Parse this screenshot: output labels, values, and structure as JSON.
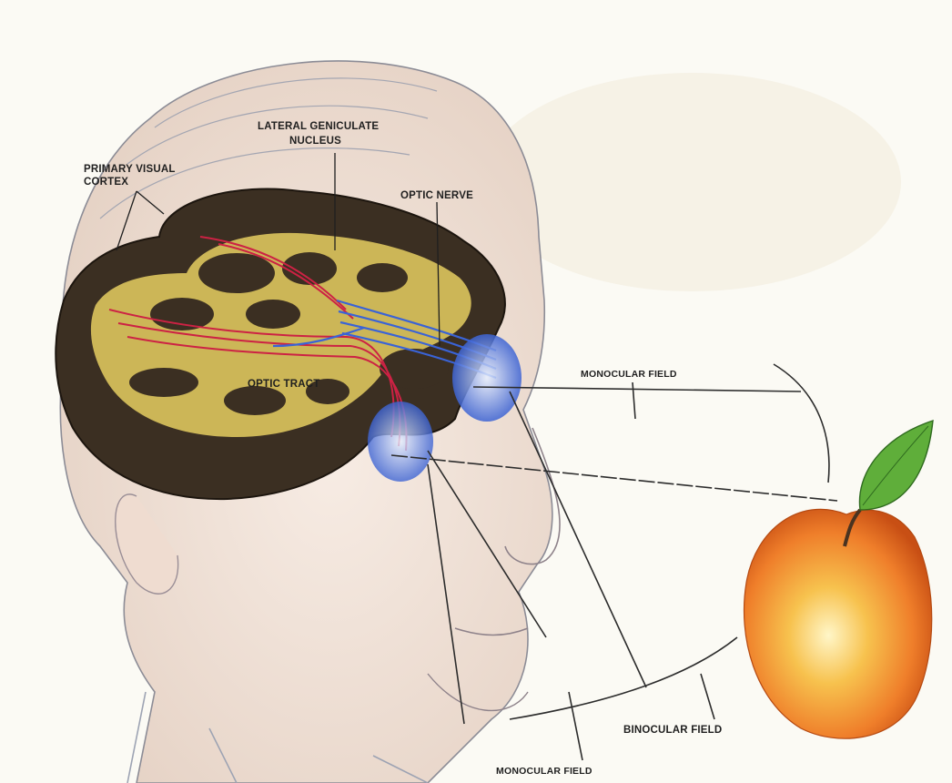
{
  "labels": {
    "primary_visual_cortex": [
      "PRIMARY VISUAL",
      "CORTEX"
    ],
    "lateral_geniculate_nucleus": [
      "LATERAL GENICULATE",
      "NUCLEUS"
    ],
    "optic_nerve": "OPTIC NERVE",
    "optic_tract": "OPTIC TRACT",
    "monocular_field_top": "MONOCULAR FIELD",
    "binocular_field": "BINOCULAR FIELD",
    "monocular_field_bottom": "MONOCULAR FIELD"
  },
  "colors": {
    "background": "#fbfaf4",
    "cortex_dark": "#3b2f22",
    "cortex_yellow": "#d9c25c",
    "nerve_blue": "#3a63d6",
    "nerve_red": "#cc2244",
    "fruit_orange": "#f08a2a",
    "leaf_green": "#5fae3a",
    "skin": "#f3e6dd"
  }
}
